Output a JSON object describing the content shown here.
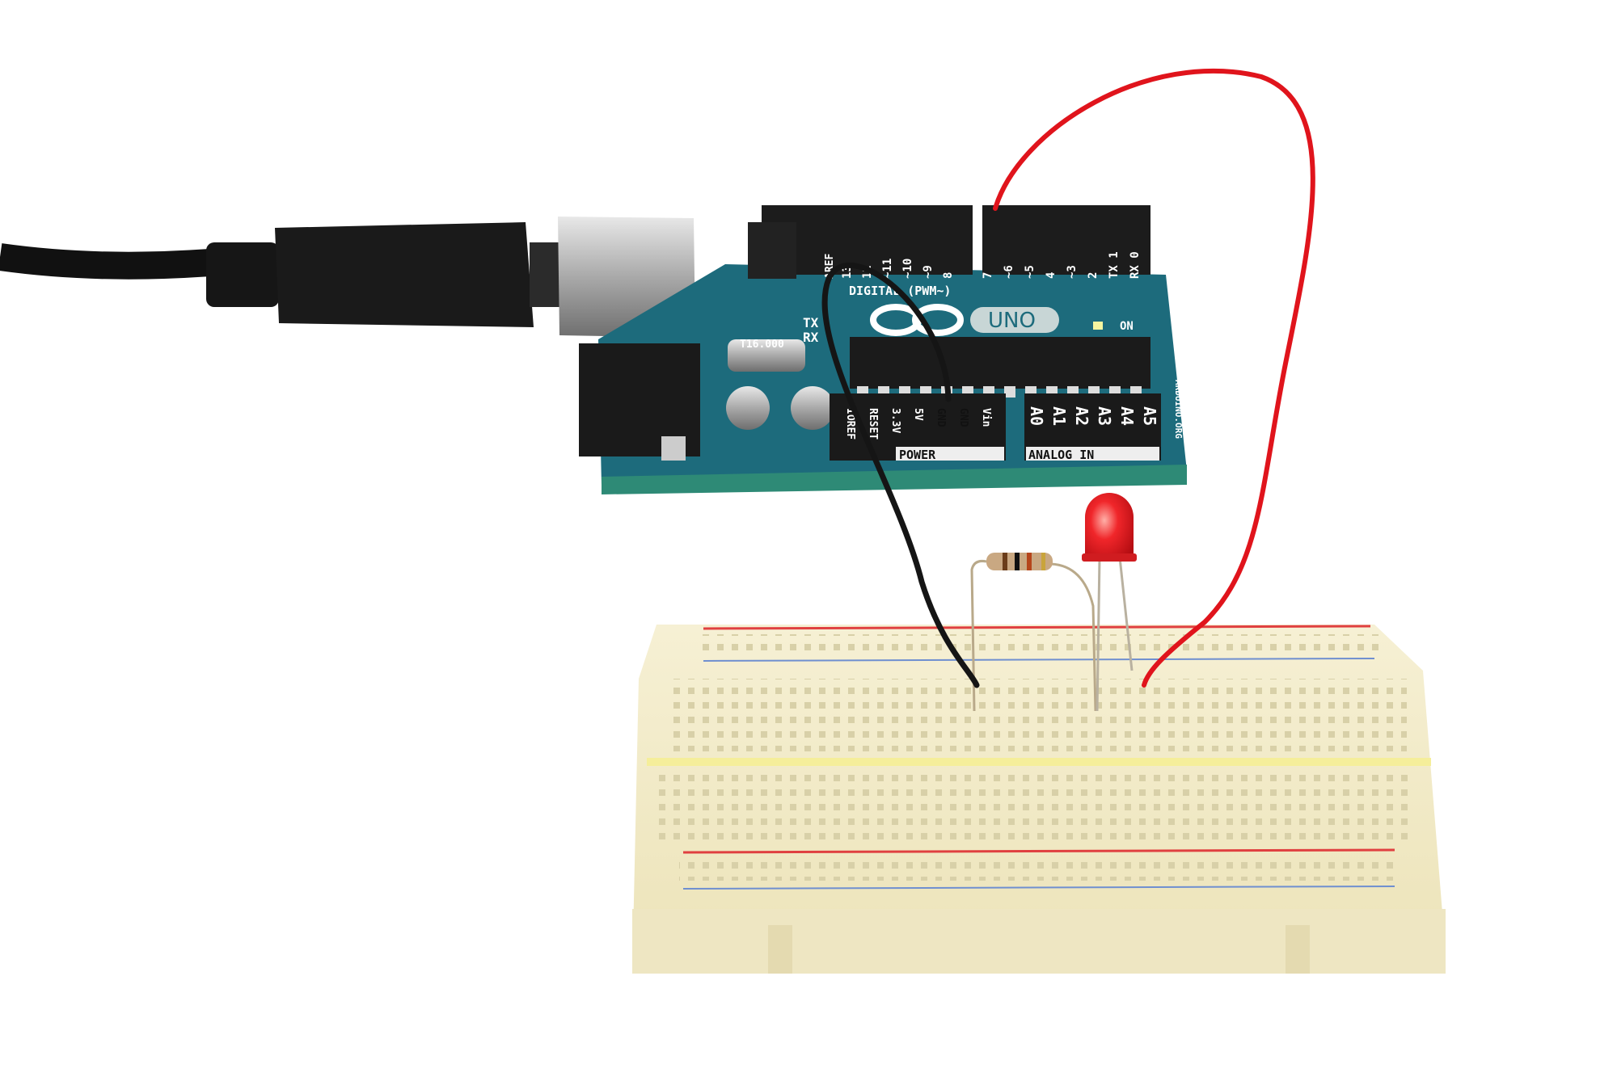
{
  "board": {
    "logo_text": "UNO",
    "digital_label": "DIGITAL (PWM~)",
    "digital_pins": [
      "13",
      "12",
      "~11",
      "~10",
      "~9",
      "8",
      "7",
      "~6",
      "~5",
      "4",
      "~3",
      "2",
      "TX 1",
      "RX 0"
    ],
    "aref_label": "AREF",
    "tx_label": "TX",
    "rx_label": "RX",
    "on_label": "ON",
    "crystal_label": "T16.000",
    "power_label": "POWER",
    "power_pins": [
      "IOREF",
      "RESET",
      "3.3V",
      "5V",
      "GND",
      "GND",
      "Vin"
    ],
    "analog_label": "ANALOG IN",
    "analog_pins": [
      "A0",
      "A1",
      "A2",
      "A3",
      "A4",
      "A5"
    ],
    "site_label": "ARDUINO.ORG"
  },
  "colors": {
    "board": "#1d6b7c",
    "breadboard": "#f3eccb",
    "red_wire": "#e0141c",
    "black_wire": "#151515",
    "led": "#f0262a"
  }
}
